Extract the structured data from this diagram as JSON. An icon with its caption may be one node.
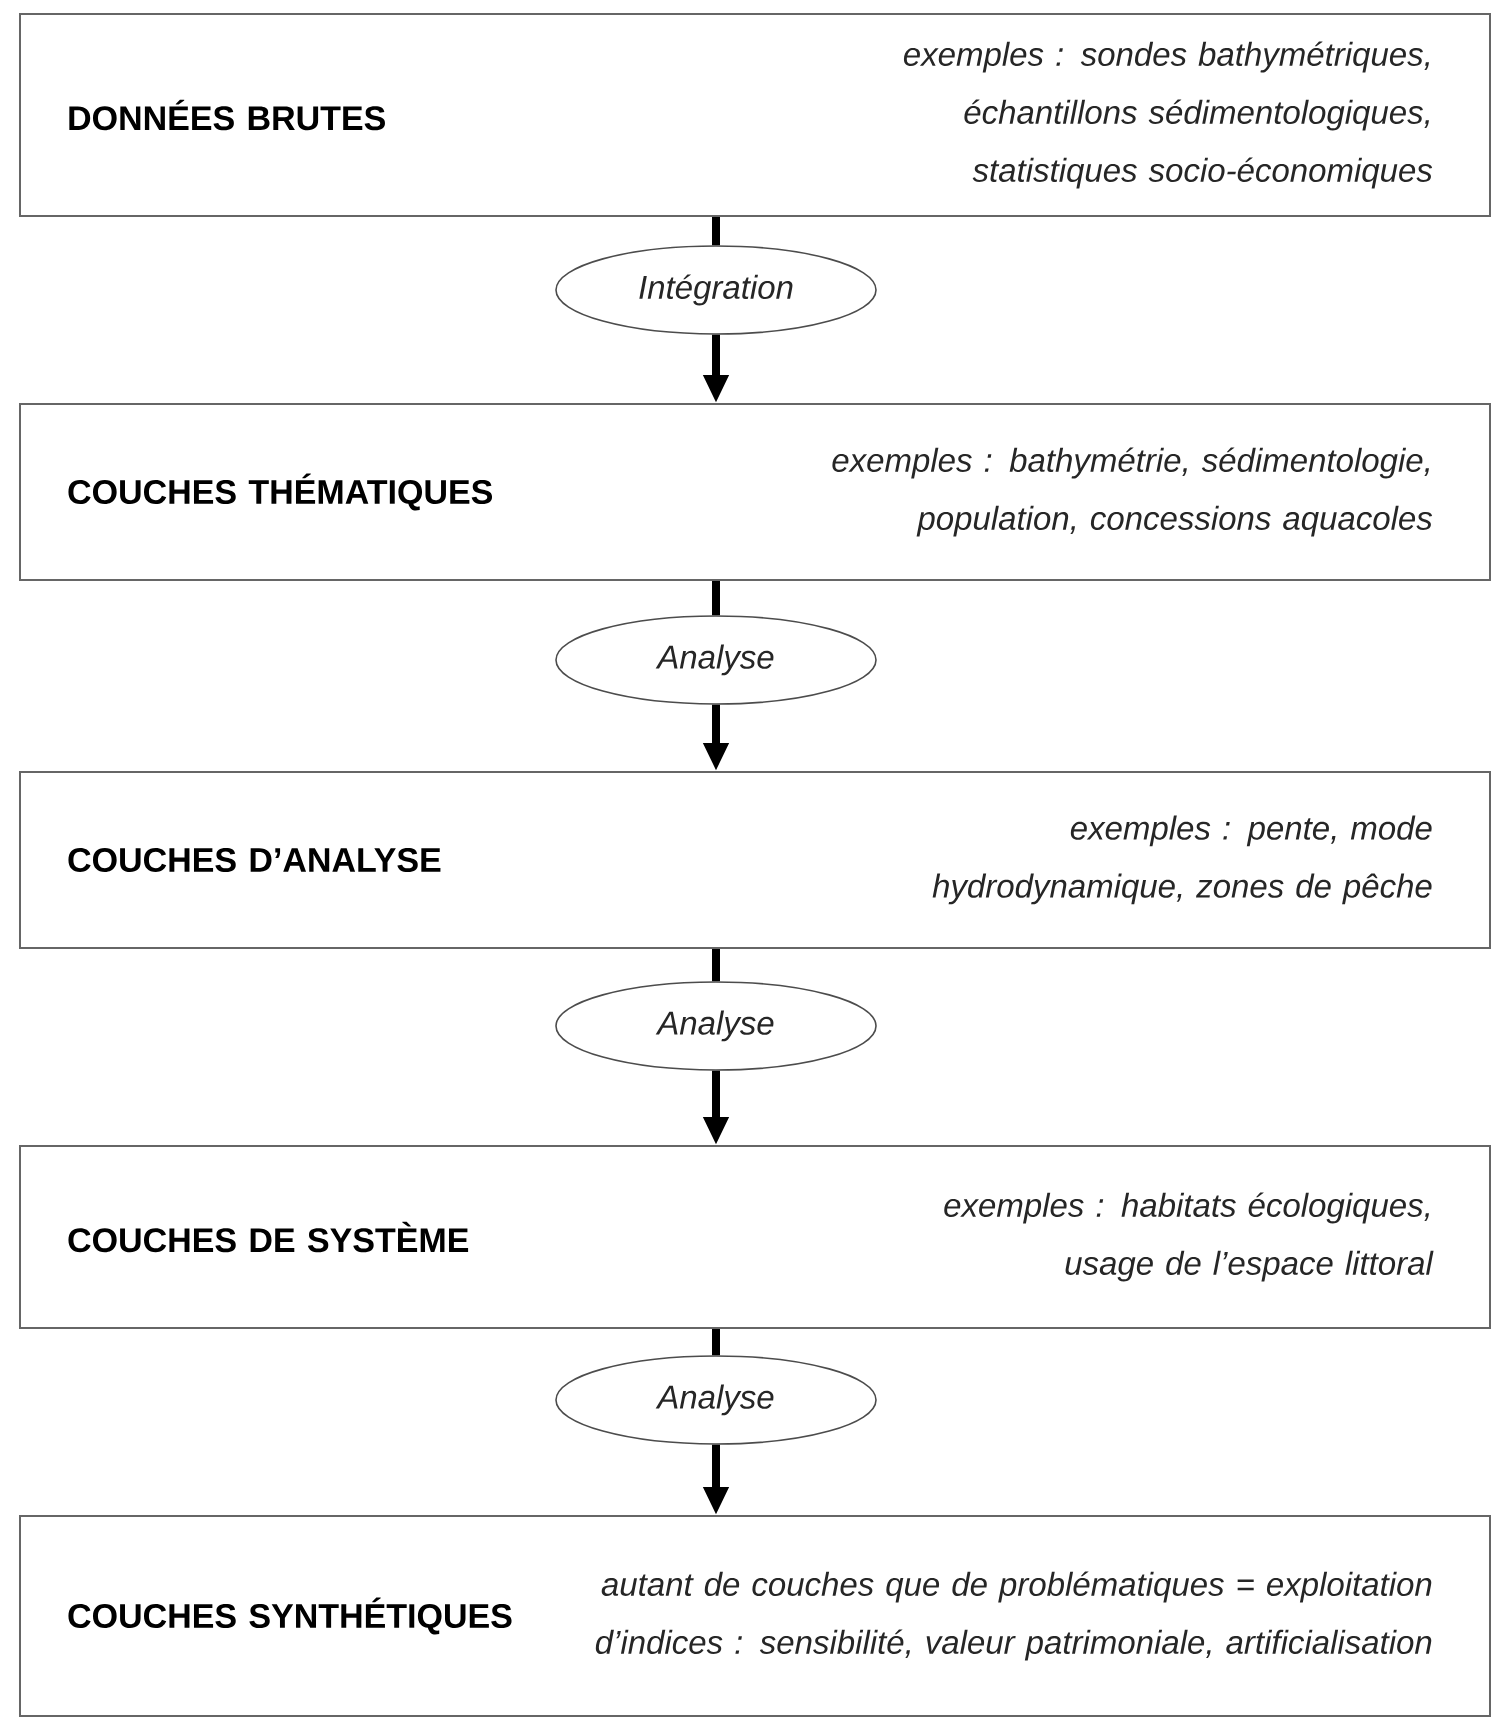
{
  "diagram": {
    "nodes": [
      {
        "text": [
          "DONNÉES BRUTES",
          "exemples : sondes bathymétriques, échantillons sédimentologiques, statistiques socio-économiques"
        ]
      },
      {
        "text": [
          "Intégration"
        ]
      },
      {
        "text": [
          "COUCHES THÉMATIQUES",
          "exemples : bathymétrie, sédimentologie, population, concessions aquacoles"
        ]
      },
      {
        "text": [
          "Analyse"
        ]
      },
      {
        "text": [
          "COUCHES D’ANALYSE",
          "exemples : pente, mode hydrodynamique, zones de pêche"
        ]
      },
      {
        "text": [
          "Analyse"
        ]
      },
      {
        "text": [
          "COUCHES DE SYSTÈME",
          "exemples : habitats écologiques, usage de l’espace littoral"
        ]
      },
      {
        "text": [
          "Analyse"
        ]
      },
      {
        "text": [
          "COUCHES SYNTHÉTIQUES",
          "autant de couches que de problématiques = exploitation d’indices : sensibilité, valeur patrimoniale, artificialisation"
        ]
      }
    ],
    "edges": [
      {
        "from": 0,
        "to": 1,
        "arrow": "none"
      },
      {
        "from": 1,
        "to": 2,
        "arrow": "to"
      },
      {
        "from": 2,
        "to": 3,
        "arrow": "none"
      },
      {
        "from": 3,
        "to": 4,
        "arrow": "to"
      },
      {
        "from": 4,
        "to": 5,
        "arrow": "none"
      },
      {
        "from": 5,
        "to": 6,
        "arrow": "to"
      },
      {
        "from": 6,
        "to": 7,
        "arrow": "none"
      },
      {
        "from": 7,
        "to": 8,
        "arrow": "to"
      }
    ]
  }
}
